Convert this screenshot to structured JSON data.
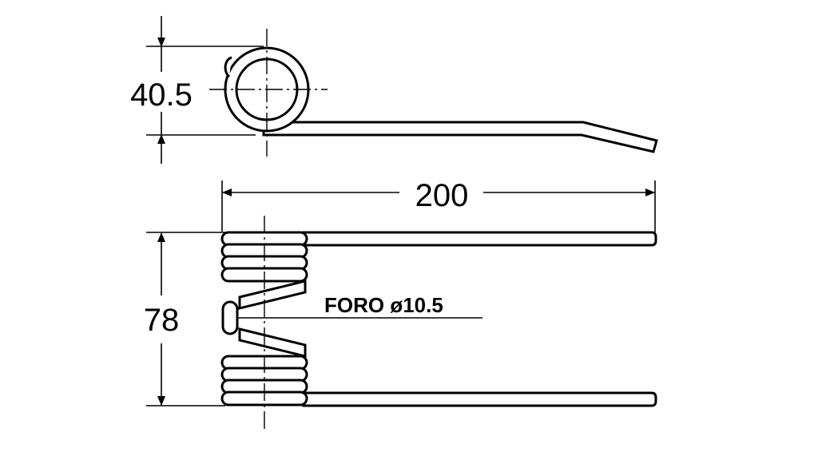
{
  "dimensions": {
    "coil_diameter": "40.5",
    "overall_length": "200",
    "coil_height": "78"
  },
  "note": {
    "hole_label": "FORO ø10.5"
  },
  "colors": {
    "line": "#000000",
    "background": "#ffffff"
  }
}
